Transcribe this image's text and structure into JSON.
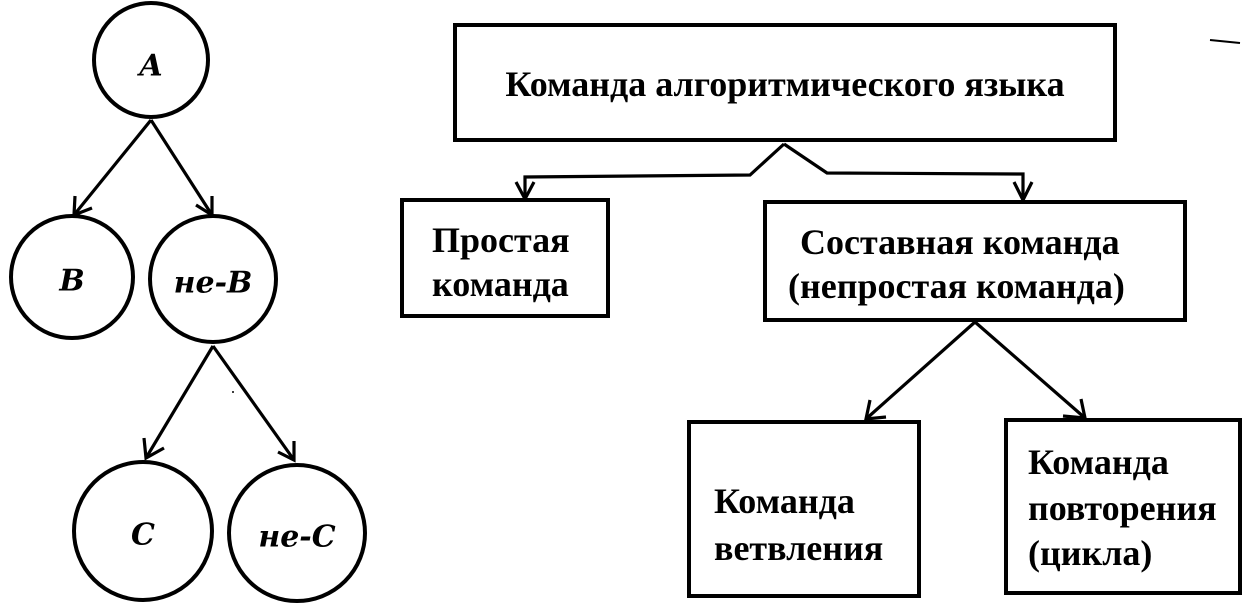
{
  "left_tree": {
    "nodes": [
      {
        "id": "A",
        "label": "A"
      },
      {
        "id": "B",
        "label": "B"
      },
      {
        "id": "notB",
        "label": "не-B"
      },
      {
        "id": "C",
        "label": "C"
      },
      {
        "id": "notC",
        "label": "не-C"
      }
    ],
    "edges": [
      {
        "from": "A",
        "to": "B"
      },
      {
        "from": "A",
        "to": "notB"
      },
      {
        "from": "notB",
        "to": "C"
      },
      {
        "from": "notB",
        "to": "notC"
      }
    ]
  },
  "right_tree": {
    "nodes": [
      {
        "id": "root",
        "lines": [
          "Команда алгоритмического языка"
        ]
      },
      {
        "id": "simple",
        "lines": [
          "Простая",
          "команда"
        ]
      },
      {
        "id": "compound",
        "lines": [
          "Составная команда",
          "(непростая команда)"
        ]
      },
      {
        "id": "branch",
        "lines": [
          "Команда",
          "ветвления"
        ]
      },
      {
        "id": "loop",
        "lines": [
          "Команда",
          "повторения",
          "(цикла)"
        ]
      }
    ],
    "edges": [
      {
        "from": "root",
        "to": "simple"
      },
      {
        "from": "root",
        "to": "compound"
      },
      {
        "from": "compound",
        "to": "branch"
      },
      {
        "from": "compound",
        "to": "loop"
      }
    ]
  }
}
